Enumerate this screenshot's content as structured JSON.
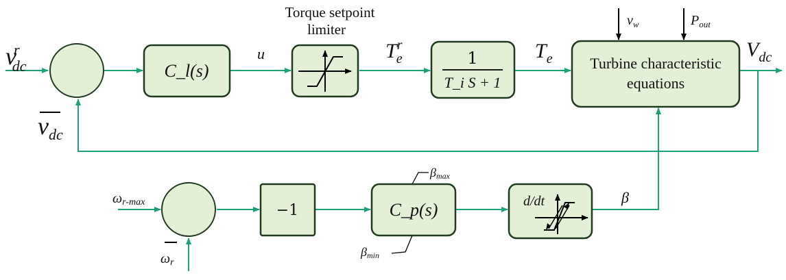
{
  "blocks": {
    "controller_l": "C_l(s)",
    "torque_limiter_title": "Torque setpoint",
    "torque_limiter_title2": "limiter",
    "first_order_num": "1",
    "first_order_den": "T_i S + 1",
    "turbine_line1": "Turbine characteristic",
    "turbine_line2": "equations",
    "gain": "−1",
    "controller_p": "C_p(s)",
    "rate_limiter": "d/dt"
  },
  "signals": {
    "vdc_ref_main": "v",
    "vdc_ref_sup": "r",
    "vdc_ref_sub": "dc",
    "vdc_fb_main": "v",
    "vdc_fb_sub": "dc",
    "u": "u",
    "te_ref_main": "T",
    "te_ref_sup": "r",
    "te_ref_sub": "e",
    "te_main": "T",
    "te_sub": "e",
    "vw_main": "v",
    "vw_sub": "w",
    "pout_main": "P",
    "pout_sub": "out",
    "vdc_out_main": "V",
    "vdc_out_sub": "dc",
    "wr_max_main": "ω",
    "wr_max_sub": "r-max",
    "wr_main": "ω",
    "wr_sub": "r",
    "beta": "β",
    "beta_max_main": "β",
    "beta_max_sub": "max",
    "beta_min_main": "β",
    "beta_min_sub": "min"
  },
  "colors": {
    "block_fill": "#e3f0d6",
    "block_stroke": "#1f3a1f",
    "wire": "#1aa37a"
  }
}
